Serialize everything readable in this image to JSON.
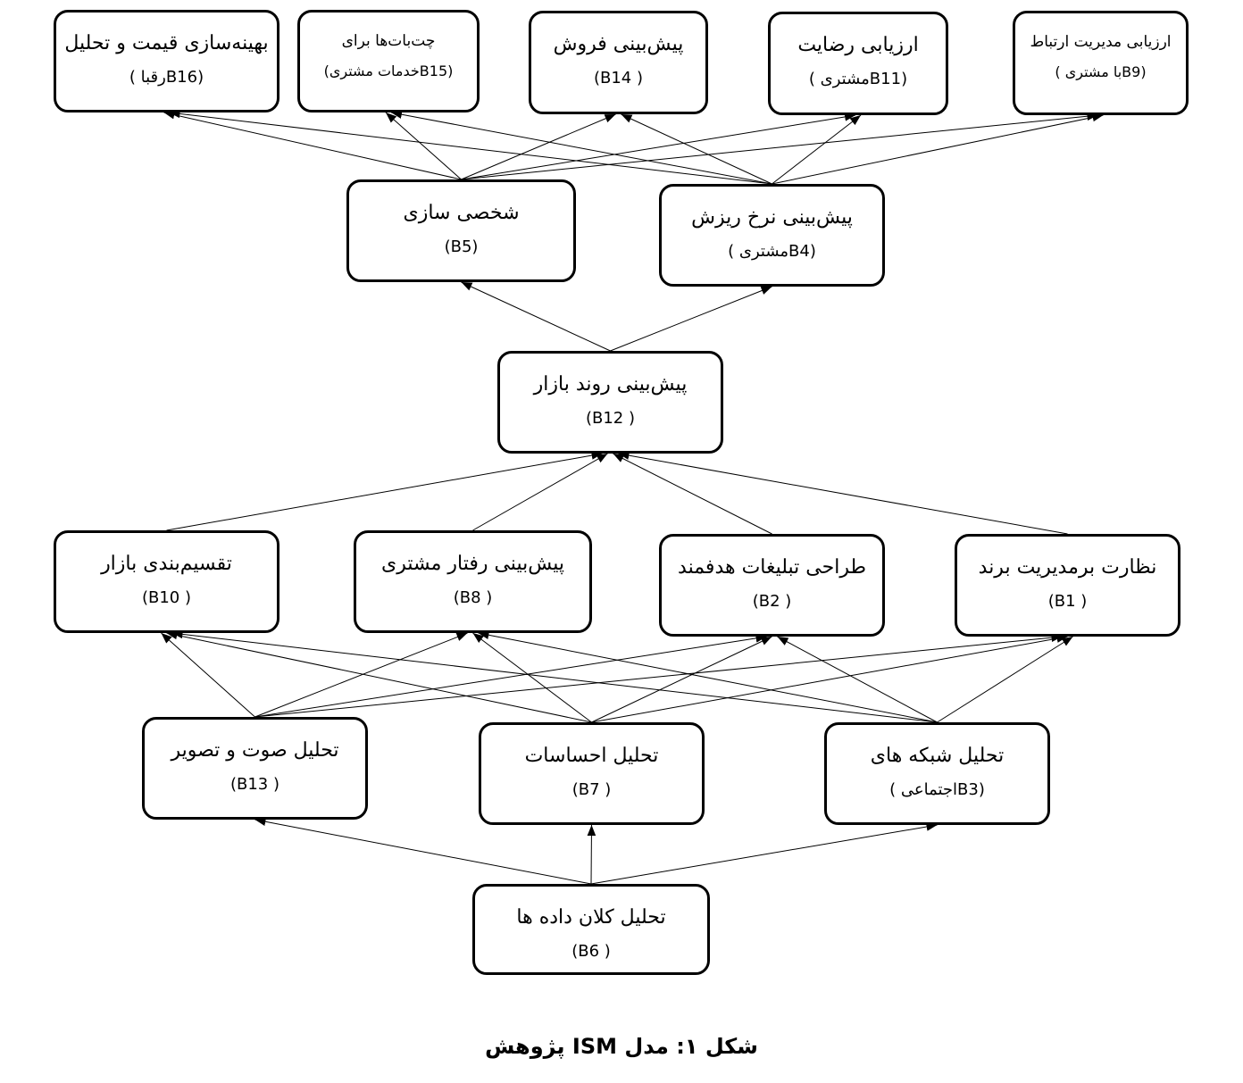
{
  "diagram": {
    "type": "ISM hierarchy",
    "levels": [
      [
        "B16",
        "B15",
        "B14",
        "B11",
        "B9"
      ],
      [
        "B5",
        "B4"
      ],
      [
        "B12"
      ],
      [
        "B10",
        "B8",
        "B2",
        "B1"
      ],
      [
        "B13",
        "B7",
        "B3"
      ],
      [
        "B6"
      ]
    ],
    "nodes": {
      "B16": {
        "title": "بهینه‌سازی قیمت و تحلیل",
        "code": "(B16رقبا )"
      },
      "B15": {
        "title": "چت‌بات‌ها برای",
        "code": "(B15خدمات مشتری)"
      },
      "B14": {
        "title": "پیش‌بینی فروش",
        "code": "( B14)"
      },
      "B11": {
        "title": "ارزیابی رضایت",
        "code": "(B11مشتری )"
      },
      "B9": {
        "title": "ارزیابی مدیریت ارتباط",
        "code": "(B9با مشتری  )"
      },
      "B5": {
        "title": "شخصی سازی",
        "code": "(B5)"
      },
      "B4": {
        "title": "پیش‌بینی نرخ ریزش",
        "code": "(B4مشتری )"
      },
      "B12": {
        "title": "پیش‌بینی روند بازار",
        "code": "( B12)"
      },
      "B10": {
        "title": "تقسیم‌بندی بازار",
        "code": "( B10)"
      },
      "B8": {
        "title": "پیش‌بینی رفتار مشتری",
        "code": "( B8)"
      },
      "B2": {
        "title": "طراحی تبلیغات هدفمند",
        "code": "( B2)"
      },
      "B1": {
        "title": "نظارت برمدیریت برند",
        "code": "( B1)"
      },
      "B13": {
        "title": "تحلیل صوت و تصویر",
        "code": "( B13)"
      },
      "B7": {
        "title": "تحلیل احساسات",
        "code": "(  B7)"
      },
      "B3": {
        "title": "تحلیل شبکه های",
        "code": "(B3اجتماعی )"
      },
      "B6": {
        "title": "تحلیل کلان داده ها",
        "code": "( B6)"
      }
    },
    "edges": [
      [
        "B6",
        "B13"
      ],
      [
        "B6",
        "B7"
      ],
      [
        "B6",
        "B3"
      ],
      [
        "B13",
        "B10"
      ],
      [
        "B13",
        "B8"
      ],
      [
        "B13",
        "B2"
      ],
      [
        "B13",
        "B1"
      ],
      [
        "B7",
        "B10"
      ],
      [
        "B7",
        "B8"
      ],
      [
        "B7",
        "B2"
      ],
      [
        "B7",
        "B1"
      ],
      [
        "B3",
        "B10"
      ],
      [
        "B3",
        "B8"
      ],
      [
        "B3",
        "B2"
      ],
      [
        "B3",
        "B1"
      ],
      [
        "B10",
        "B12"
      ],
      [
        "B8",
        "B12"
      ],
      [
        "B2",
        "B12"
      ],
      [
        "B1",
        "B12"
      ],
      [
        "B12",
        "B5"
      ],
      [
        "B12",
        "B4"
      ],
      [
        "B5",
        "B16"
      ],
      [
        "B5",
        "B15"
      ],
      [
        "B5",
        "B14"
      ],
      [
        "B5",
        "B11"
      ],
      [
        "B5",
        "B9"
      ],
      [
        "B4",
        "B16"
      ],
      [
        "B4",
        "B15"
      ],
      [
        "B4",
        "B14"
      ],
      [
        "B4",
        "B11"
      ],
      [
        "B4",
        "B9"
      ]
    ]
  },
  "caption": "شکل ۱: مدل ISM پژوهش"
}
